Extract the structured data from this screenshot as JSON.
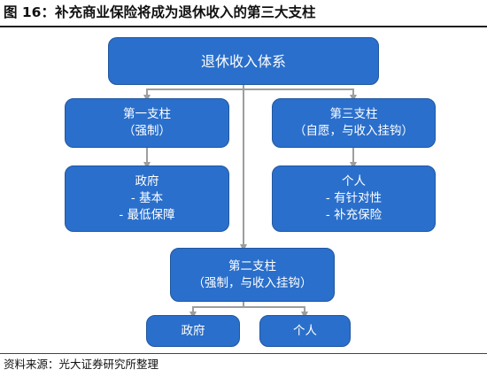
{
  "title": "图 16：补充商业保险将成为退休收入的第三大支柱",
  "source": "资料来源：光大证券研究所整理",
  "nodes": {
    "root": {
      "lines": [
        "退休收入体系"
      ]
    },
    "pillar1": {
      "lines": [
        "第一支柱",
        "（强制）"
      ]
    },
    "pillar3": {
      "lines": [
        "第三支柱",
        "（自愿，与收入挂钩）"
      ]
    },
    "gov1": {
      "lines": [
        "政府",
        "- 基本",
        "- 最低保障"
      ]
    },
    "ind1": {
      "lines": [
        "个人",
        "- 有针对性",
        "- 补充保险"
      ]
    },
    "pillar2": {
      "lines": [
        "第二支柱",
        "（强制，与收入挂钩）"
      ]
    },
    "gov2": {
      "lines": [
        "政府"
      ]
    },
    "ind2": {
      "lines": [
        "个人"
      ]
    }
  },
  "colors": {
    "box": "#2a6fcb",
    "connector": "#9e9e9e",
    "text": "#ffffff"
  }
}
